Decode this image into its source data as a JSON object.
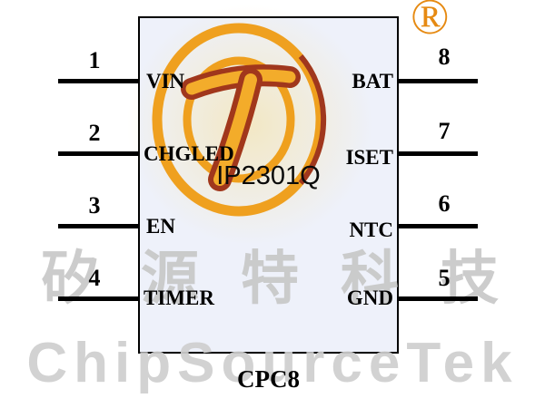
{
  "diagram": {
    "part_number": "IP2301Q",
    "package": "CPC8"
  },
  "pins": {
    "left": [
      {
        "number": "1",
        "label": "VIN"
      },
      {
        "number": "2",
        "label": "CHGLED"
      },
      {
        "number": "3",
        "label": "EN"
      },
      {
        "number": "4",
        "label": "TIMER"
      }
    ],
    "right": [
      {
        "number": "8",
        "label": "BAT"
      },
      {
        "number": "7",
        "label": "ISET"
      },
      {
        "number": "6",
        "label": "NTC"
      },
      {
        "number": "5",
        "label": "GND"
      }
    ]
  },
  "watermark": {
    "registered_symbol": "®",
    "chinese_text": "矽源特科技",
    "brand_text": "ChipSourceTek",
    "logo_icon": "chipsourcetek-swirl-logo",
    "colors": {
      "logo_orange": "#ef9b10",
      "logo_dark_red": "#9b2a0e",
      "watermark_gray": "#c9c9c9"
    }
  },
  "colors": {
    "background": "#ffffff",
    "chip_fill": "#eef1fa",
    "chip_border": "#000000",
    "pin_line": "#000000"
  }
}
